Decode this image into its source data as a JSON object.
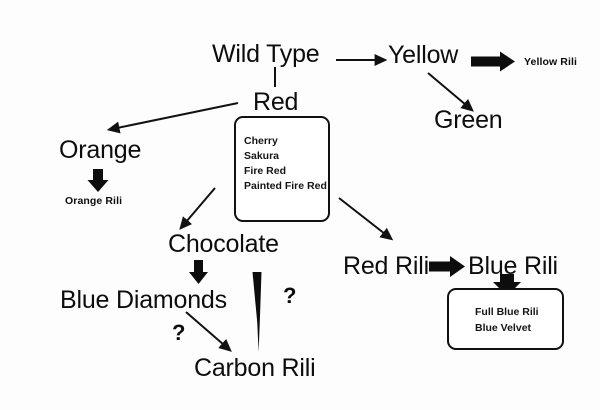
{
  "diagram": {
    "title": "Shrimp Color Morph Lineage Diagram",
    "background_color": "#fdfdfd",
    "stroke_color": "#111111",
    "text_color": "#0d0d0d"
  },
  "nodes": {
    "wild_type": "Wild Type",
    "red": "Red",
    "yellow": "Yellow",
    "green": "Green",
    "yellow_rili": "Yellow Rili",
    "orange": "Orange",
    "orange_rili": "Orange Rili",
    "chocolate": "Chocolate",
    "blue_diamonds": "Blue Diamonds",
    "carbon_rili": "Carbon Rili",
    "red_rili": "Red Rili",
    "blue_rili": "Blue Rili"
  },
  "red_variants_box": {
    "lines": [
      "Cherry",
      "Sakura",
      "Fire Red",
      "Painted Fire Red"
    ]
  },
  "blue_variants_box": {
    "lines": [
      "Full Blue Rili",
      "Blue Velvet"
    ]
  },
  "annotations": {
    "question_chocolate_carbon": "?",
    "question_bluediamonds_carbon": "?"
  },
  "edges": [
    {
      "id": "wildtype-to-red",
      "from": "Wild Type",
      "to": "Red",
      "style": "plain-line"
    },
    {
      "id": "wildtype-to-yellow",
      "from": "Wild Type",
      "to": "Yellow",
      "style": "thin-arrow"
    },
    {
      "id": "yellow-to-yellowrili",
      "from": "Yellow",
      "to": "Yellow Rili",
      "style": "thick-block-arrow"
    },
    {
      "id": "yellow-to-green",
      "from": "Yellow",
      "to": "Green",
      "style": "thin-arrow"
    },
    {
      "id": "red-to-orange",
      "from": "Red",
      "to": "Orange",
      "style": "thin-arrow"
    },
    {
      "id": "orange-to-orangerili",
      "from": "Orange",
      "to": "Orange Rili",
      "style": "thick-block-arrow"
    },
    {
      "id": "red-to-chocolate",
      "from": "Red",
      "to": "Chocolate",
      "style": "thin-arrow"
    },
    {
      "id": "red-to-redrili",
      "from": "Red",
      "to": "Red Rili",
      "style": "thin-arrow"
    },
    {
      "id": "redrili-to-bluerili",
      "from": "Red Rili",
      "to": "Blue Rili",
      "style": "thick-block-arrow"
    },
    {
      "id": "bluerili-to-bluebox",
      "from": "Blue Rili",
      "to": "Full Blue Rili / Blue Velvet",
      "style": "thick-block-arrow"
    },
    {
      "id": "chocolate-to-bluediamonds",
      "from": "Chocolate",
      "to": "Blue Diamonds",
      "style": "thick-block-arrow"
    },
    {
      "id": "chocolate-to-carbonrili",
      "from": "Chocolate",
      "to": "Carbon Rili",
      "style": "tapered-arrow",
      "label": "?"
    },
    {
      "id": "bluediamonds-to-carbonrili",
      "from": "Blue Diamonds",
      "to": "Carbon Rili",
      "style": "thin-arrow",
      "label": "?"
    }
  ]
}
